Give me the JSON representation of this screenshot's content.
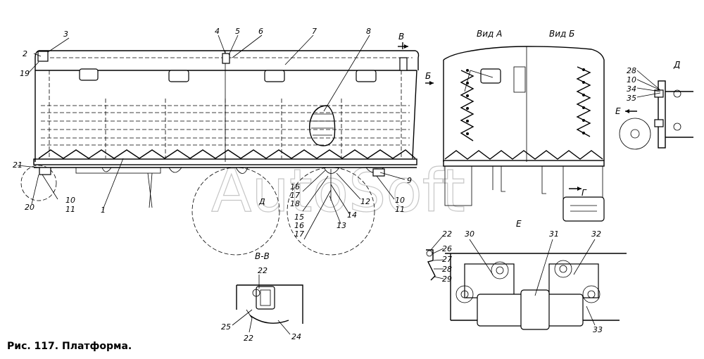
{
  "caption": "Рис. 117. Платформа.",
  "watermark": "AutoSoft",
  "view_titles": {
    "view_a": "Вид А",
    "view_b": "Вид Б",
    "section_vv": "В-В",
    "detail_d": "Д",
    "detail_e": "Е",
    "mark_v": "В",
    "mark_b": "Б",
    "mark_g": "Г",
    "mark_e_arrow": "Е"
  },
  "callouts": {
    "main": [
      "1",
      "2",
      "3",
      "4",
      "5",
      "6",
      "7",
      "8",
      "9",
      "10",
      "11",
      "12",
      "13",
      "14",
      "15",
      "16",
      "17",
      "18",
      "19",
      "20",
      "21"
    ],
    "main_lower": [
      "10",
      "11",
      "16",
      "17",
      "18",
      "15",
      "16",
      "17",
      "10",
      "11",
      "Д"
    ],
    "section_vv": [
      "22",
      "22",
      "24",
      "25"
    ],
    "detail_d": [
      "28",
      "10",
      "34",
      "35"
    ],
    "detail_e": [
      "22",
      "26",
      "27",
      "28",
      "29",
      "30",
      "31",
      "32",
      "33"
    ]
  }
}
